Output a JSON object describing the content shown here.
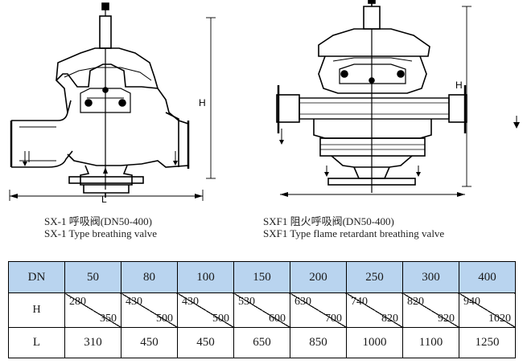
{
  "drawing": {
    "left_label_h": "H",
    "left_label_l": "L",
    "right_label_h": "H",
    "line_color": "#000000"
  },
  "captions": {
    "left_line1": "SX-1 呼吸阀(DN50-400)",
    "left_line2": "SX-1 Type breathing valve",
    "right_line1": "SXF1 阻火呼吸阀(DN50-400)",
    "right_line2": "SXF1 Type flame retardant breathing valve"
  },
  "table": {
    "header_bg": "#b9d4ef",
    "header": [
      "DN",
      "50",
      "80",
      "100",
      "150",
      "200",
      "250",
      "300",
      "400"
    ],
    "h_row": {
      "label": "H",
      "values": [
        {
          "a": "280",
          "b": "350"
        },
        {
          "a": "430",
          "b": "500"
        },
        {
          "a": "430",
          "b": "500"
        },
        {
          "a": "530",
          "b": "600"
        },
        {
          "a": "630",
          "b": "700"
        },
        {
          "a": "740",
          "b": "820"
        },
        {
          "a": "820",
          "b": "920"
        },
        {
          "a": "940",
          "b": "1020"
        }
      ]
    },
    "l_row": {
      "label": "L",
      "values": [
        "310",
        "450",
        "450",
        "650",
        "850",
        "1000",
        "1100",
        "1250"
      ]
    }
  }
}
